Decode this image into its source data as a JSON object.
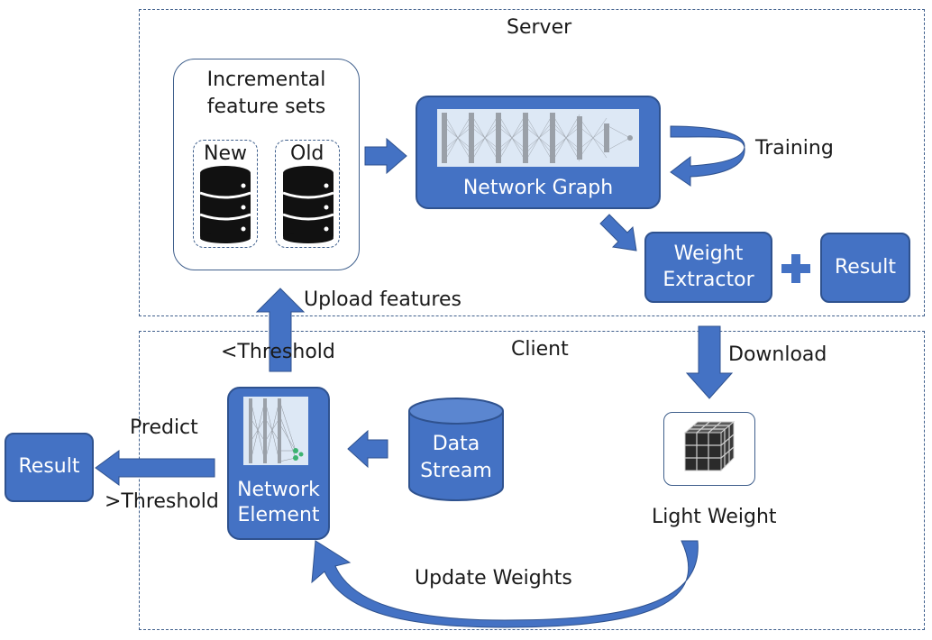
{
  "server": {
    "title": "Server",
    "feature_sets_label": "Incremental feature sets",
    "new_label": "New",
    "old_label": "Old",
    "network_graph_label": "Network Graph",
    "training_label": "Training",
    "weight_extractor_label": "Weight Extractor",
    "plus_symbol": "+",
    "result_label": "Result"
  },
  "client": {
    "title": "Client",
    "upload_label": "Upload features",
    "below_threshold_label": "<Threshold",
    "download_label": "Download",
    "network_element_label": "Network Element",
    "data_stream_label": "Data Stream",
    "light_weight_label": "Light Weight",
    "update_weights_label": "Update Weights",
    "predict_label": "Predict",
    "above_threshold_label": ">Threshold",
    "result_label": "Result"
  },
  "colors": {
    "primary": "#4472c4",
    "primary_dark": "#2f528f",
    "region_border": "#3f5f8c"
  }
}
